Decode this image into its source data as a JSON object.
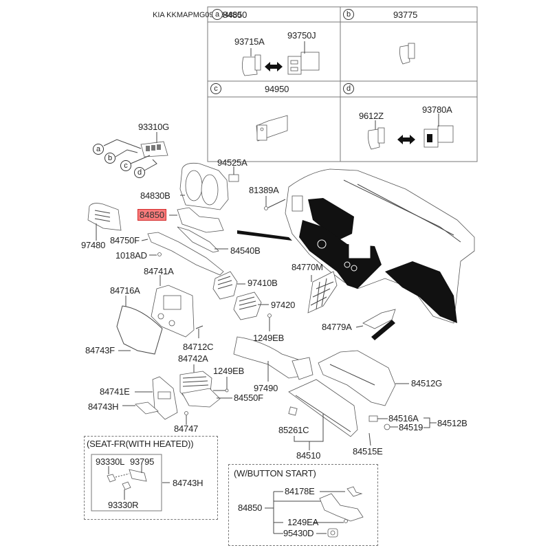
{
  "header": {
    "title": "KIA KKMAPMG09 - 84850"
  },
  "highlight": {
    "part": "84850",
    "color": "#f77a7a",
    "border": "#d42a2a"
  },
  "option_table": {
    "cells": [
      {
        "key": "a",
        "title": "84850",
        "parts": [
          "93715A",
          "93750J"
        ],
        "interchangeable": true
      },
      {
        "key": "b",
        "title": "93775",
        "parts": []
      },
      {
        "key": "c",
        "title": "94950",
        "parts": []
      },
      {
        "key": "d",
        "title": "",
        "parts": [
          "9612Z",
          "93780A"
        ],
        "interchangeable": true
      }
    ]
  },
  "callouts": {
    "switch_group": "93310G",
    "keys": [
      "a",
      "b",
      "c",
      "d"
    ],
    "labels": {
      "p94525A": "94525A",
      "p84830B": "84830B",
      "p81389A": "81389A",
      "p84850": "84850",
      "p97480": "97480",
      "p84750F": "84750F",
      "p84540B": "84540B",
      "p1018AD": "1018AD",
      "p84741A": "84741A",
      "p97410B": "97410B",
      "p84770M": "84770M",
      "p84716A": "84716A",
      "p97420": "97420",
      "p1249EB_a": "1249EB",
      "p84779A": "84779A",
      "p84712C": "84712C",
      "p84743F": "84743F",
      "p84742A": "84742A",
      "p1249EB_b": "1249EB",
      "p97490": "97490",
      "p84512G": "84512G",
      "p84741E": "84741E",
      "p84550F": "84550F",
      "p84743H": "84743H",
      "p84516A": "84516A",
      "p84512B": "84512B",
      "p84519": "84519",
      "p84747": "84747",
      "p85261C": "85261C",
      "p84510": "84510",
      "p84515E": "84515E"
    }
  },
  "seat_box": {
    "title": "(SEAT-FR(WITH HEATED))",
    "parts": [
      "93330L",
      "93795",
      "93330R"
    ],
    "assembly": "84743H"
  },
  "button_start_box": {
    "title": "(W/BUTTON START)",
    "assembly": "84850",
    "parts": [
      "84178E",
      "1249EA",
      "95430D"
    ]
  }
}
